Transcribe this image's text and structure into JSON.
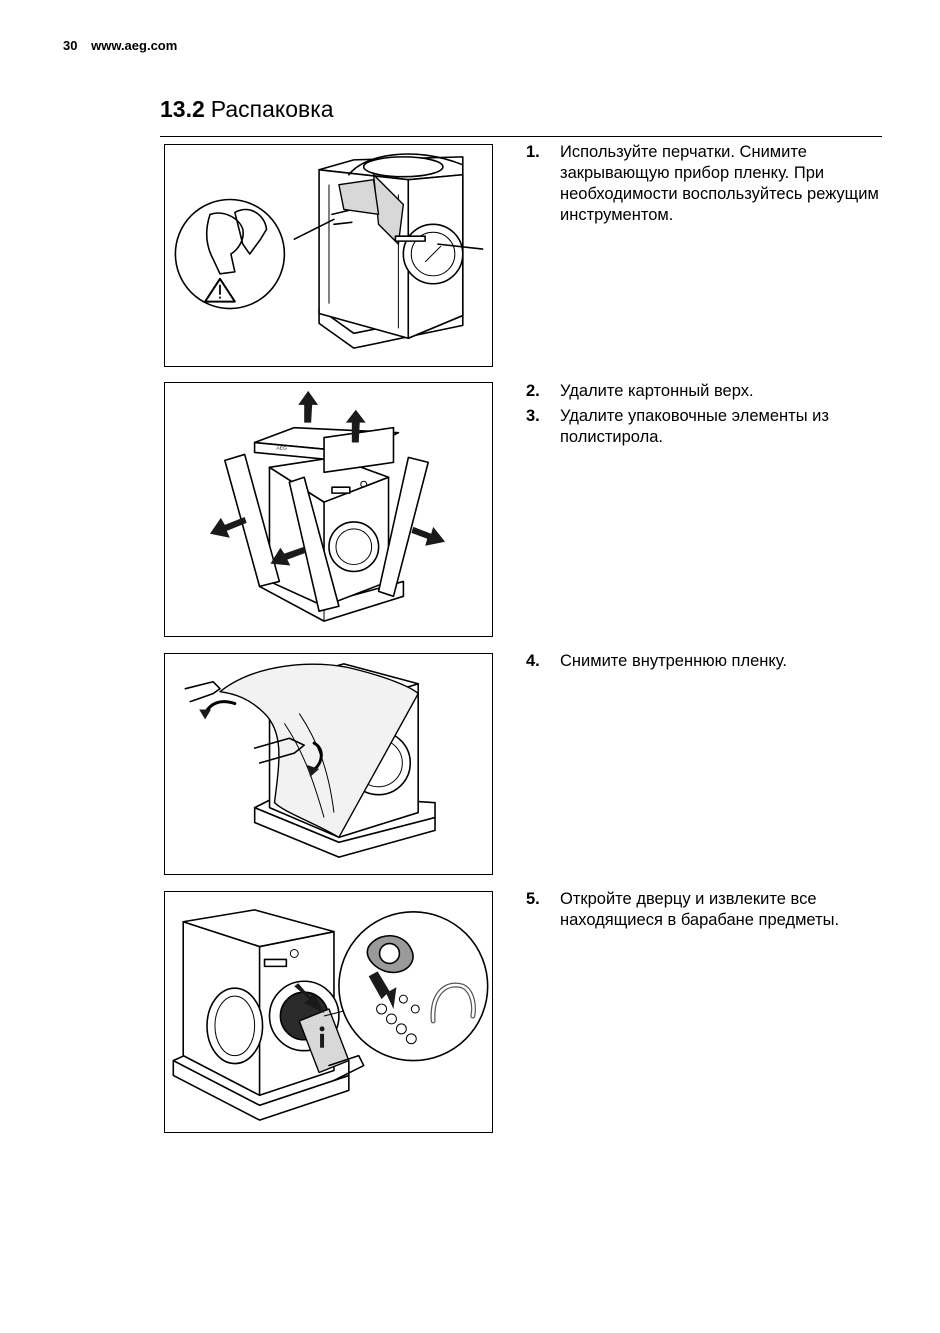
{
  "header": {
    "page_number": "30",
    "website": "www.aeg.com"
  },
  "section": {
    "number": "13.2",
    "title": "Распаковка"
  },
  "steps": [
    {
      "num": "1.",
      "text": "Используйте перчатки. Снимите закрывающую прибор пленку. При необходимости воспользуйтесь режущим инструментом."
    },
    {
      "num": "2.",
      "text": "Удалите картонный верх."
    },
    {
      "num": "3.",
      "text": "Удалите упаковочные элементы из полистирола."
    },
    {
      "num": "4.",
      "text": "Снимите внутреннюю пленку."
    },
    {
      "num": "5.",
      "text": "Откройте дверцу и извлеките все находящиеся в барабане предметы."
    }
  ],
  "icons": [
    "gloves-icon",
    "warning-triangle-icon",
    "arrow-icon",
    "info-icon"
  ]
}
